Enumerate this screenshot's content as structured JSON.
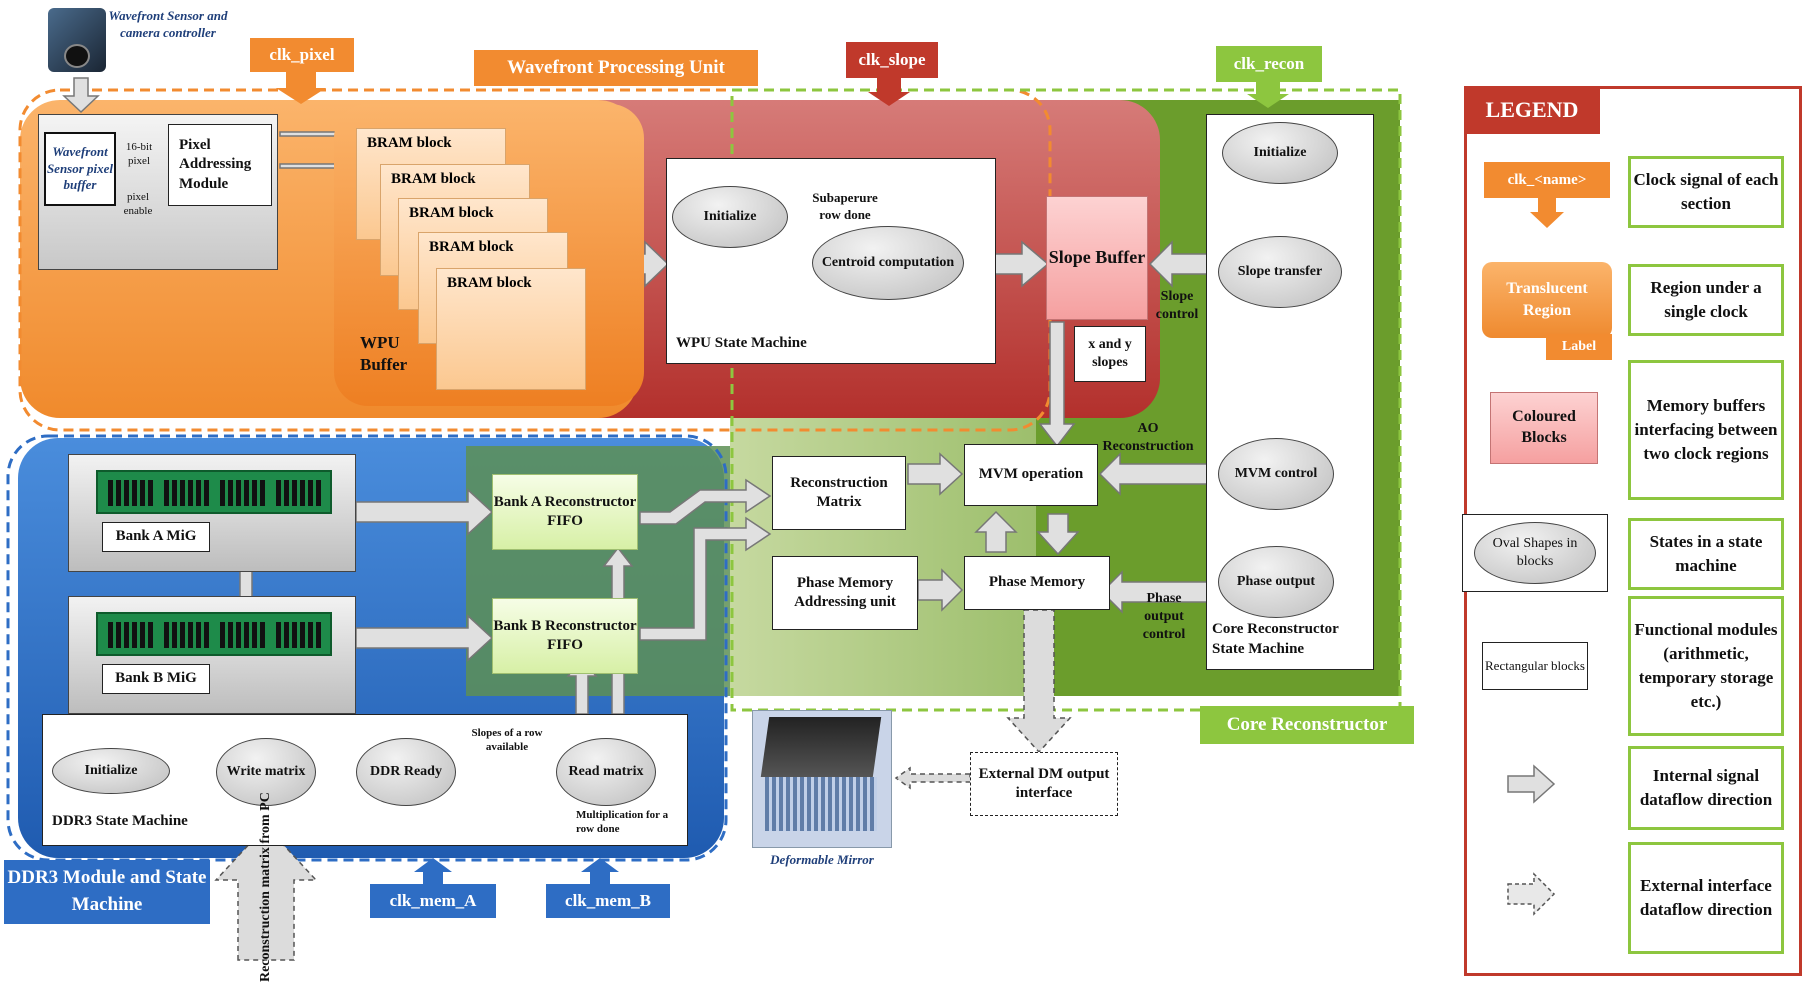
{
  "sensor": {
    "caption": "Wavefront Sensor and camera controller",
    "pixel_buffer": "Wavefront Sensor pixel buffer",
    "label_16bit": "16-bit pixel",
    "label_enable": "pixel enable",
    "pixel_addressing": "Pixel Addressing Module"
  },
  "clocks": {
    "pixel": "clk_pixel",
    "slope": "clk_slope",
    "recon": "clk_recon",
    "mem_a": "clk_mem_A",
    "mem_b": "clk_mem_B"
  },
  "wpu": {
    "title": "Wavefront Processing Unit",
    "bram_blocks": [
      "BRAM block",
      "BRAM block",
      "BRAM block",
      "BRAM block",
      "BRAM block"
    ],
    "buffer_label": "WPU Buffer",
    "state_initialize": "Initialize",
    "state_centroid": "Centroid computation",
    "subaperture_done": "Subaperure row done",
    "state_machine_label": "WPU State Machine"
  },
  "slope_buffer": {
    "label": "Slope Buffer",
    "xy_slopes": "x and y slopes",
    "slope_control": "Slope control"
  },
  "core": {
    "title": "Core Reconstructor",
    "state_initialize": "Initialize",
    "state_slope_transfer": "Slope transfer",
    "state_mvm_control": "MVM control",
    "state_phase_output": "Phase output",
    "state_machine_label": "Core Reconstructor State Machine",
    "ao_reconstruction": "AO Reconstruction",
    "phase_output_control": "Phase output control",
    "reconstruction_matrix": "Reconstruction Matrix",
    "mvm_operation": "MVM operation",
    "phase_memory_addressing": "Phase Memory Addressing unit",
    "phase_memory": "Phase Memory"
  },
  "ddr3": {
    "title": "DDR3 Module and State Machine",
    "bank_a_mig": "Bank A MiG",
    "bank_b_mig": "Bank B MiG",
    "bank_a_fifo": "Bank A Reconstructor FIFO",
    "bank_b_fifo": "Bank B Reconstructor FIFO",
    "state_initialize": "Initialize",
    "state_write": "Write matrix",
    "state_ready": "DDR Ready",
    "state_read": "Read matrix",
    "slopes_row_available": "Slopes of a row available",
    "multiplication_done": "Multiplication for a row done",
    "state_machine_label": "DDR3 State Machine",
    "matrix_from_pc": "Reconstruction matrix from PC"
  },
  "dm": {
    "interface": "External DM output interface",
    "caption": "Deformable Mirror"
  },
  "legend": {
    "title": "LEGEND",
    "clk_sample": "clk_<name>",
    "clk_desc": "Clock signal of each section",
    "translucent_sample": "Translucent Region",
    "translucent_label": "Label",
    "translucent_desc": "Region under a single clock",
    "coloured_sample": "Coloured Blocks",
    "coloured_desc": "Memory buffers interfacing between two clock regions",
    "oval_sample": "Oval Shapes in blocks",
    "oval_desc": "States in a state machine",
    "rect_sample": "Rectangular blocks",
    "rect_desc": "Functional modules (arithmetic, temporary storage etc.)",
    "internal_desc": "Internal signal dataflow direction",
    "external_desc": "External interface dataflow direction"
  },
  "colors": {
    "orange": "#f28b30",
    "red": "#c0392b",
    "green": "#77a33a",
    "blue": "#2e6dc4",
    "legend_border": "#c0392b",
    "legend_green": "#8dc63f"
  }
}
